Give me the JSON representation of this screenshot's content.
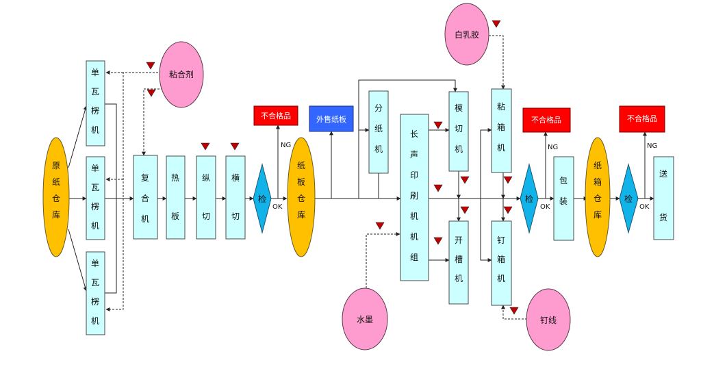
{
  "nodes": {
    "raw_paper_warehouse": "原纸仓库",
    "single_facer_1": "单瓦楞机",
    "single_facer_2": "单瓦楞机",
    "single_facer_3": "单瓦楞机",
    "adhesive": "粘合剂",
    "laminator": "复合机",
    "hot_plate": "热板",
    "slitting": "纵切",
    "cross_cutting": "横切",
    "inspect_1": "检",
    "reject_1": "不合格品",
    "board_warehouse": "纸板仓库",
    "external_board": "外售纸板",
    "slitter": "分纸机",
    "printer_unit": "长声印刷机机组",
    "ink": "水墨",
    "die_cutter": "模切机",
    "slotter": "开槽机",
    "white_glue": "白乳胶",
    "box_gluer": "粘箱机",
    "box_stitcher": "钉箱机",
    "stitch_wire": "钉线",
    "inspect_2": "检",
    "reject_2": "不合格品",
    "packing": "包装",
    "carton_warehouse": "纸箱仓库",
    "inspect_3": "检",
    "reject_3": "不合格品",
    "delivery": "送货"
  },
  "labels": {
    "ng": "NG",
    "ok": "OK"
  },
  "colors": {
    "process_box": "#ccffff",
    "warehouse": "#ffc000",
    "material": "#ff9ccf",
    "inspection": "#12b3e8",
    "reject": "#ff0000",
    "external": "#3366ff",
    "control_point": "#c00000"
  }
}
